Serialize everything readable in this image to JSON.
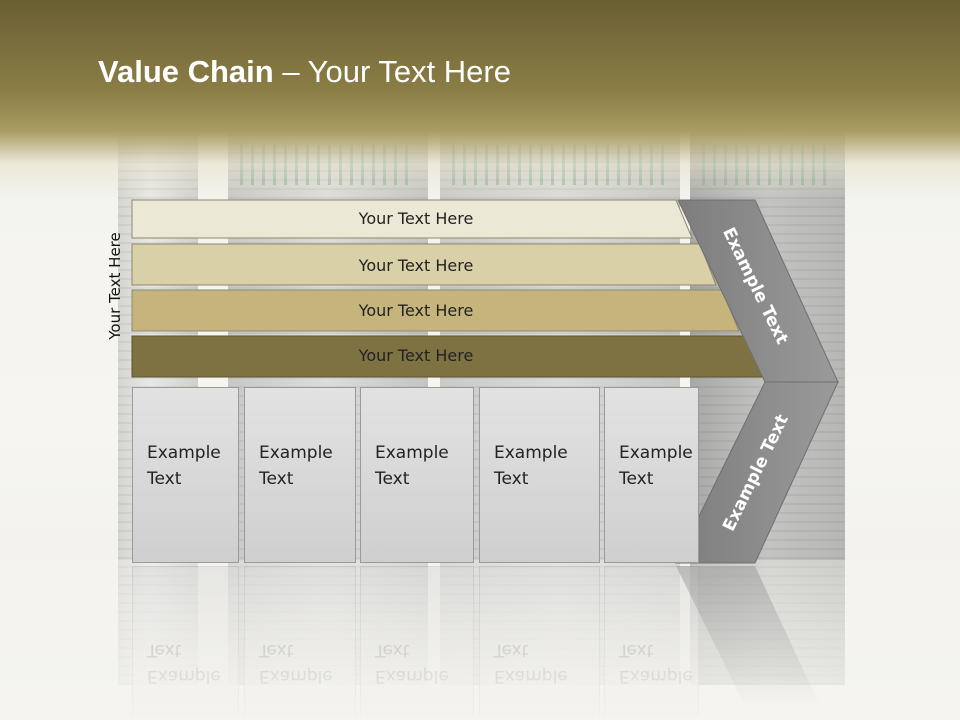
{
  "slide": {
    "title_bold": "Value Chain",
    "title_rest": " – Your Text Here"
  },
  "side_label": "Your Text Here",
  "bars": [
    {
      "label": "Your Text Here",
      "color": "#ece8d6"
    },
    {
      "label": "Your Text Here",
      "color": "#d9d0a8"
    },
    {
      "label": "Your Text Here",
      "color": "#c5b57d"
    },
    {
      "label": "Your Text Here",
      "color": "#7e7243"
    }
  ],
  "boxes": [
    {
      "line1": "Example",
      "line2": "Text"
    },
    {
      "line1": "Example",
      "line2": "Text"
    },
    {
      "line1": "Example",
      "line2": "Text"
    },
    {
      "line1": "Example",
      "line2": "Text"
    },
    {
      "line1": "Example",
      "line2": "Text"
    }
  ],
  "chevron": {
    "upper_label": "Example Text",
    "lower_label": "Example Text",
    "color": "#8c8c8c"
  },
  "colors": {
    "header_dark": "#6a5f34",
    "header_light": "#a89a60"
  }
}
